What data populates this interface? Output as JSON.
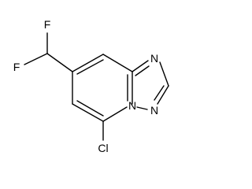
{
  "molecule": {
    "atoms": {
      "f_top": "F",
      "f_left": "F",
      "n_fused_top": "N",
      "n_bridge": "N",
      "n_lower": "N",
      "cl": "Cl"
    }
  }
}
